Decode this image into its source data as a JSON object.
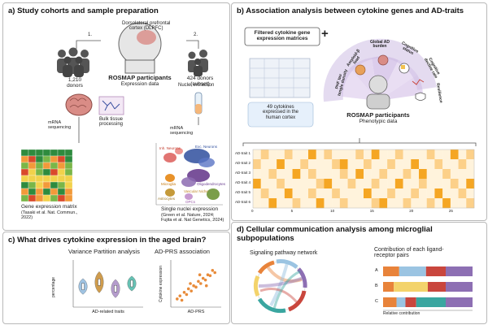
{
  "panel_a": {
    "title": "a) Study cohorts and sample preparation",
    "dlpfc": "Dorsolateral prefrontal\ncortex (DLPFC)",
    "step1": "1.",
    "step2": "2.",
    "donors_all": "1,210\ndonors",
    "donors_subset": "424 donors\n(subset)",
    "rosmap": "ROSMAP participants",
    "expression": "Expression data",
    "mrna_seq": "mRNA\nsequencing",
    "bulk": "Bulk tissue\nprocessing",
    "nuclei": "Nuclei extraction",
    "mrna_seq2": "mRNA\nsequencing",
    "gem": "Gene expression matrix",
    "gem_cite": "(Tasaki et al. Nat. Commun.,\n2022)",
    "sn": "Single nuclei expression",
    "sn_cite": "(Green et al. Nature, 2024;\nFujita et al. Nat Genetics, 2024)",
    "clusters": {
      "inh": "Inh. Neurons",
      "exc": "Exc. Neurons",
      "micro": "Microglia",
      "oligo": "Oligodendrocytes",
      "astro": "Astrocytes",
      "opc": "OPCs",
      "vasc": "Vascular Niche"
    }
  },
  "panel_b": {
    "title": "b) Association analysis between cytokine genes and AD-traits",
    "filtered": "Filtered cytokine gene\nexpression matrices",
    "plus": "+",
    "cytokines": "49 cytokines\nexpressed in the\nhuman cortex",
    "rosmap": "ROSMAP participants",
    "phenotypic": "Phenotypic data",
    "traits": [
      "PHF tau\ntangle density",
      "Amyloid-β\nload",
      "Global AD\nburden",
      "Cognitive\nstatus",
      "Cognitive\ndecline rate",
      "Resilience"
    ],
    "heat_rows": [
      "AD-trait 1",
      "AD-trait 2",
      "AD-trait 3",
      "AD-trait 4",
      "AD-trait 5",
      "AD-trait 6"
    ],
    "heat_ticks": [
      "0",
      "5",
      "10",
      "15",
      "20",
      "25"
    ]
  },
  "panel_c": {
    "title": "c) What drives cytokine expression in the aged brain?",
    "vp_title": "Variance Partition analysis",
    "vp_ylabel": "percentage",
    "vp_xlabel": "AD-related traits",
    "prs_title": "AD-PRS association",
    "prs_ylabel": "Cytokine expression",
    "prs_xlabel": "AD-PRS"
  },
  "panel_d": {
    "title": "d) Cellular communication analysis among microglial\nsubpopulations",
    "network_title": "Signaling pathway network",
    "contrib_title": "Contribution of each ligand-\nreceptor pairs",
    "rows": [
      "A",
      "B",
      "C"
    ],
    "xlabel": "Relative contribution"
  },
  "colors": {
    "heat_low": "#fff3dc",
    "heat_mid": "#fcd089",
    "heat_high": "#f5a623",
    "violin": [
      "#8fb9de",
      "#c78b2e",
      "#a88ac4",
      "#4cb8a8"
    ],
    "scatter": "#e88b3a"
  },
  "chart_data": [
    {
      "type": "heatmap",
      "rows": [
        "AD-trait 1",
        "AD-trait 2",
        "AD-trait 3",
        "AD-trait 4",
        "AD-trait 5",
        "AD-trait 6"
      ],
      "x_ticks": [
        "0",
        "5",
        "10",
        "15",
        "20",
        "25"
      ],
      "values": [
        [
          0,
          1,
          0,
          0,
          1,
          0,
          0,
          2,
          0,
          1,
          0,
          0,
          0,
          1,
          0,
          2,
          0,
          0,
          1,
          0,
          0,
          0,
          1,
          0,
          0,
          2,
          0,
          1
        ],
        [
          1,
          0,
          0,
          2,
          0,
          0,
          1,
          0,
          0,
          0,
          1,
          2,
          0,
          0,
          1,
          0,
          0,
          1,
          0,
          0,
          2,
          0,
          0,
          1,
          0,
          0,
          1,
          0
        ],
        [
          0,
          0,
          1,
          0,
          0,
          2,
          0,
          1,
          0,
          0,
          0,
          1,
          0,
          2,
          0,
          0,
          1,
          0,
          0,
          1,
          0,
          2,
          0,
          0,
          1,
          0,
          0,
          0
        ],
        [
          2,
          0,
          0,
          1,
          0,
          0,
          0,
          0,
          1,
          2,
          0,
          0,
          1,
          0,
          0,
          1,
          0,
          0,
          2,
          0,
          0,
          1,
          0,
          0,
          0,
          1,
          0,
          2
        ],
        [
          0,
          1,
          0,
          0,
          2,
          0,
          0,
          1,
          0,
          0,
          1,
          0,
          0,
          0,
          2,
          0,
          0,
          1,
          0,
          0,
          1,
          0,
          0,
          2,
          0,
          0,
          1,
          0
        ],
        [
          0,
          0,
          2,
          0,
          0,
          1,
          0,
          0,
          2,
          0,
          0,
          1,
          0,
          0,
          0,
          1,
          2,
          0,
          0,
          1,
          0,
          0,
          1,
          0,
          2,
          0,
          0,
          1
        ]
      ]
    },
    {
      "type": "area",
      "subtype": "violin",
      "xlabel": "AD-related traits",
      "ylabel": "percentage",
      "series": [
        {
          "center": 0.45,
          "spread": 0.22
        },
        {
          "center": 0.55,
          "spread": 0.35
        },
        {
          "center": 0.4,
          "spread": 0.28
        },
        {
          "center": 0.52,
          "spread": 0.2
        }
      ]
    },
    {
      "type": "scatter",
      "xlabel": "AD-PRS",
      "ylabel": "Cytokine expression",
      "points": [
        [
          0.1,
          0.15
        ],
        [
          0.16,
          0.22
        ],
        [
          0.2,
          0.12
        ],
        [
          0.25,
          0.3
        ],
        [
          0.3,
          0.25
        ],
        [
          0.34,
          0.38
        ],
        [
          0.4,
          0.33
        ],
        [
          0.45,
          0.45
        ],
        [
          0.5,
          0.42
        ],
        [
          0.55,
          0.55
        ],
        [
          0.6,
          0.5
        ],
        [
          0.65,
          0.62
        ],
        [
          0.7,
          0.58
        ],
        [
          0.75,
          0.7
        ],
        [
          0.8,
          0.68
        ],
        [
          0.85,
          0.8
        ],
        [
          0.9,
          0.75
        ],
        [
          0.38,
          0.5
        ],
        [
          0.58,
          0.7
        ],
        [
          0.72,
          0.45
        ]
      ]
    },
    {
      "type": "bar",
      "subtype": "stacked-horizontal",
      "categories": [
        "A",
        "B",
        "C"
      ],
      "xlabel": "Relative contribution",
      "segments": [
        {
          "color": "#e8833a",
          "values": [
            0.18,
            0.12,
            0.15
          ]
        },
        {
          "color": "#9bc4e2",
          "values": [
            0.3,
            0.0,
            0.1
          ]
        },
        {
          "color": "#f3d36b",
          "values": [
            0.0,
            0.38,
            0.0
          ]
        },
        {
          "color": "#c9463d",
          "values": [
            0.22,
            0.2,
            0.12
          ]
        },
        {
          "color": "#3aa6a0",
          "values": [
            0.0,
            0.0,
            0.33
          ]
        },
        {
          "color": "#8d6fb3",
          "values": [
            0.3,
            0.3,
            0.3
          ]
        }
      ]
    }
  ]
}
